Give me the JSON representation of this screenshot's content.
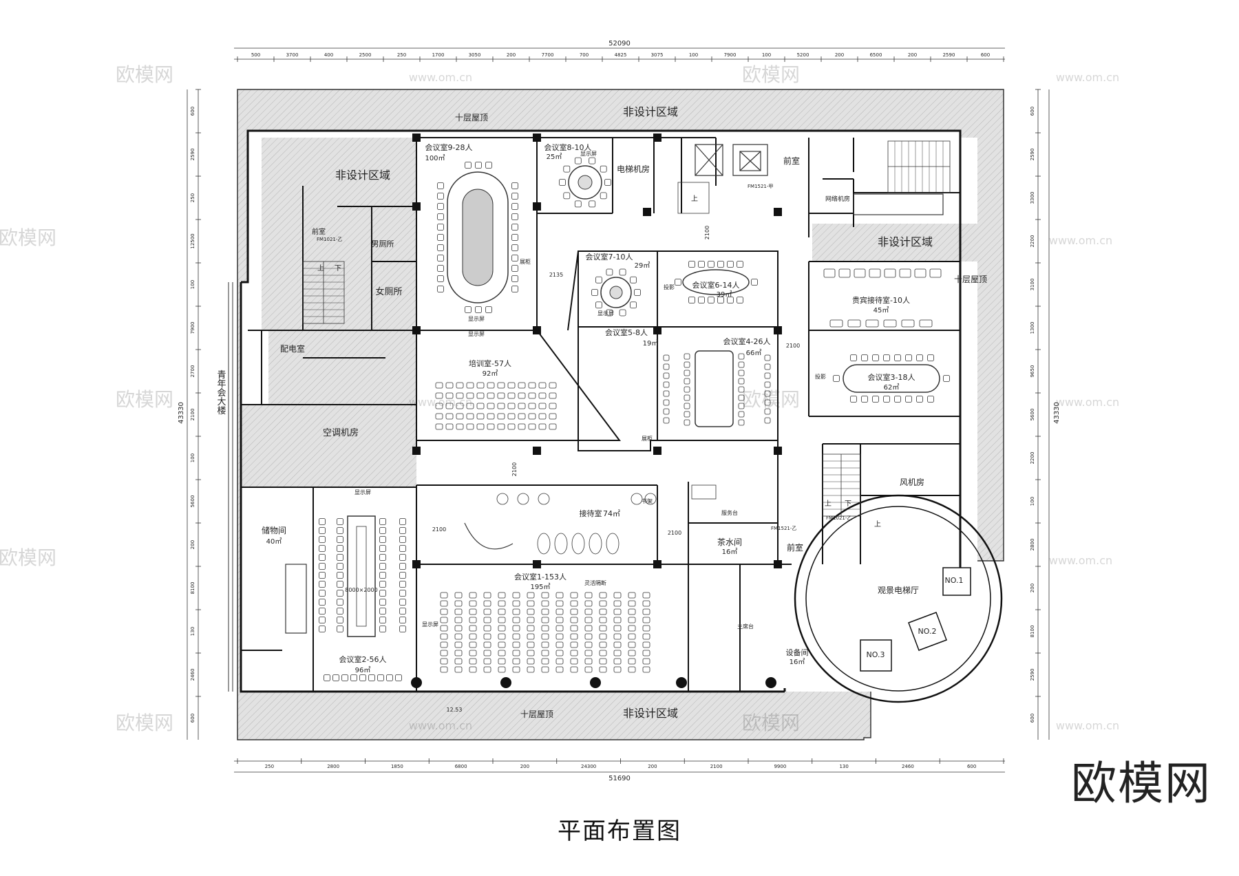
{
  "title": "平面布置图",
  "brand": "欧模网",
  "watermark": {
    "logo": "欧模网",
    "url": "www.om.cn"
  },
  "dimensions": {
    "top_total": "52090",
    "bottom_total": "51690",
    "left_total": "43330",
    "right_total": "43330",
    "top_segments": [
      "500",
      "3700",
      "400",
      "2500",
      "250",
      "1700",
      "3050",
      "200",
      "7700",
      "700",
      "4825",
      "3075",
      "100",
      "7900",
      "100",
      "5200",
      "200",
      "6500",
      "200",
      "2590",
      "600"
    ],
    "bottom_segments": [
      "250",
      "2800",
      "1850",
      "6800",
      "200",
      "24300",
      "200",
      "2100",
      "9900",
      "130",
      "2460",
      "600"
    ],
    "left_segments": [
      "600",
      "2590",
      "250",
      "12500",
      "100",
      "7900",
      "2700",
      "2100",
      "100",
      "5600",
      "200",
      "8100",
      "130",
      "2460",
      "600"
    ],
    "right_segments": [
      "600",
      "2590",
      "3300",
      "2200",
      "3100",
      "1300",
      "9650",
      "5600",
      "2200",
      "100",
      "2800",
      "200",
      "8100",
      "2590",
      "600"
    ]
  },
  "zones": {
    "non_design_top": "非设计区域",
    "non_design_upper_left": "非设计区域",
    "non_design_right": "非设计区域",
    "non_design_bottom": "非设计区域",
    "roof_top": "十层屋顶",
    "roof_right": "十层屋顶",
    "roof_bottom": "十层屋顶",
    "neighbor_building": "青年会大楼"
  },
  "rooms": {
    "m9_name": "会议室9-28人",
    "m9_area": "100㎡",
    "m8_name": "会议室8-10人",
    "m8_area": "25㎡",
    "elevator_machine": "电梯机房",
    "vestibule_top": "前室",
    "network_room": "网络机房",
    "m7_name": "会议室7-10人",
    "m7_area": "29㎡",
    "m6_name": "会议室6-14人",
    "m6_area": "39㎡",
    "vip_name": "贵宾接待室-10人",
    "vip_area": "45㎡",
    "m5_name": "会议室5-8人",
    "m5_area": "19㎡",
    "m4_name": "会议室4-26人",
    "m4_area": "66㎡",
    "m3_name": "会议室3-18人",
    "m3_area": "62㎡",
    "training_name": "培训室-57人",
    "training_area": "92㎡",
    "distribution_room": "配电室",
    "male_wc": "男厕所",
    "female_wc": "女厕所",
    "vestibule_left": "前室",
    "ac_room": "空调机房",
    "storage_name": "储物间",
    "storage_area": "40㎡",
    "m2_name": "会议室2-56人",
    "m2_area": "96㎡",
    "table_dim": "8000×2000",
    "reception_name": "接待室",
    "reception_area": "74㎡",
    "tea_name": "茶水间",
    "tea_area": "16㎡",
    "service_desk": "服务台",
    "vestibule_mid": "前室",
    "fan_room": "风机房",
    "m1_name": "会议室1-153人",
    "m1_area": "195㎡",
    "equipment_name": "设备间",
    "equipment_area": "16㎡",
    "podium": "主席台",
    "sightseeing": "观景电梯厅",
    "partition": "灵活隔断",
    "display_screen": "显示屏",
    "projection": "投影",
    "cabinet": "展柜",
    "bookshelf": "书架",
    "up": "上",
    "down": "下"
  },
  "doors": {
    "fm1521_b": "FM1521-甲",
    "fm1021_b": "FM1021-乙",
    "fm1521_c": "FM1521-乙",
    "fm1021_c": "FM1021-乙"
  },
  "inner_dims": {
    "d2100_a": "2100",
    "d2135": "2135",
    "d2100_b": "2100",
    "d2100_c": "2100",
    "d2100_d": "2100",
    "d2100_e": "2100"
  },
  "elevators": {
    "no1": "NO.1",
    "no2": "NO.2",
    "no3": "NO.3"
  },
  "level_mark": "12.53"
}
